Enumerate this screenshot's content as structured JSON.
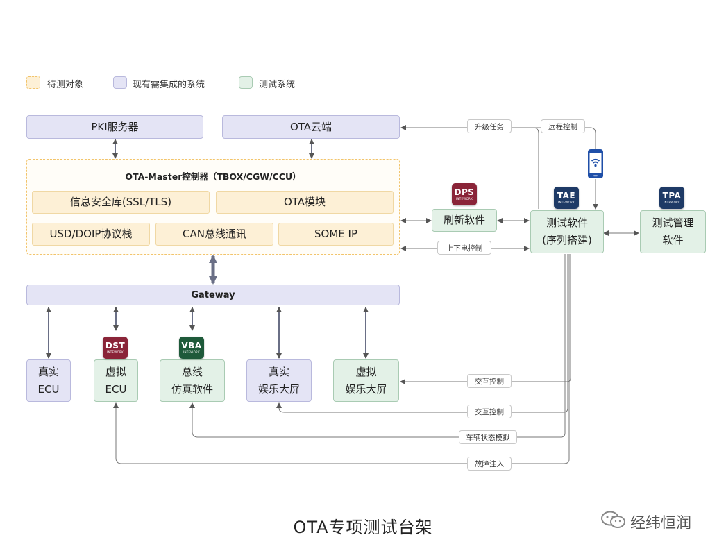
{
  "legend": [
    {
      "label": "待测对象",
      "color": "#fdf0d6"
    },
    {
      "label": "现有需集成的系统",
      "color": "#e4e4f5"
    },
    {
      "label": "测试系统",
      "color": "#e3f1e7"
    }
  ],
  "boxes": {
    "pki": "PKI服务器",
    "ota_cloud": "OTA云端",
    "ota_master": "OTA-Master控制器（TBOX/CGW/CCU）",
    "info_security": "信息安全库(SSL/TLS)",
    "ota_module": "OTA模块",
    "usd_doip": "USD/DOIP协议栈",
    "can_bus": "CAN总线通讯",
    "some_ip": "SOME IP",
    "gateway": "Gateway",
    "real_ecu_1": "真实",
    "real_ecu_2": "ECU",
    "virtual_ecu_1": "虚拟",
    "virtual_ecu_2": "ECU",
    "bus_sim_1": "总线",
    "bus_sim_2": "仿真软件",
    "real_screen_1": "真实",
    "real_screen_2": "娱乐大屏",
    "virtual_screen_1": "虚拟",
    "virtual_screen_2": "娱乐大屏",
    "flash_software": "刷新软件",
    "test_software_1": "测试软件",
    "test_software_2": "(序列搭建)",
    "test_mgmt_1": "测试管理",
    "test_mgmt_2": "软件"
  },
  "pills": {
    "upgrade_task": "升级任务",
    "remote_control": "远程控制",
    "power_control": "上下电控制",
    "interact_1": "交互控制",
    "interact_2": "交互控制",
    "vehicle_sim": "车辆状态模拟",
    "fault_inject": "故障注入"
  },
  "badges": {
    "dps": {
      "title": "DPS",
      "sub": "INTEWORK",
      "color": "#8a2438"
    },
    "tae": {
      "title": "TAE",
      "sub": "INTEWORK",
      "color": "#1e3a66"
    },
    "tpa": {
      "title": "TPA",
      "sub": "INTEWORK",
      "color": "#1e3a66"
    },
    "dst": {
      "title": "DST",
      "sub": "INTEWORK",
      "color": "#8a2438"
    },
    "vba": {
      "title": "VBA",
      "sub": "INTEWORK",
      "color": "#1e5a3a"
    }
  },
  "caption": "OTA专项测试台架",
  "watermark": "经纬恒润",
  "icons": {
    "phone": "smartphone-wifi-icon",
    "wechat": "wechat-icon"
  }
}
